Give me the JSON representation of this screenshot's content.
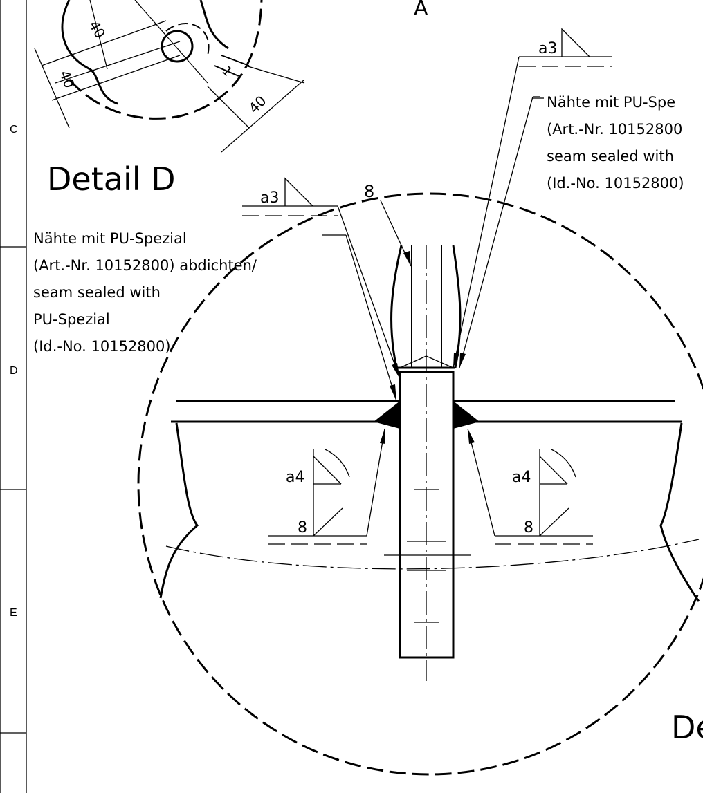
{
  "frame": {
    "zone_letters": [
      "C",
      "D",
      "E"
    ]
  },
  "detail_d": {
    "title": "Detail D",
    "dims": [
      "40",
      "40",
      "40",
      "1"
    ]
  },
  "view_letter": "A",
  "detail_e": {
    "title_partial": "De",
    "dim_thickness": "8",
    "weld_top_left": {
      "size": "a3"
    },
    "weld_top_right": {
      "size": "a3"
    },
    "weld_left": {
      "size": "a4",
      "length": "8"
    },
    "weld_right": {
      "size": "a4",
      "length": "8"
    },
    "note_left": {
      "lines": [
        "Nähte mit PU-Spezial",
        "(Art.-Nr. 10152800) abdichten/",
        "seam sealed with",
        "PU-Spezial",
        "(Id.-No. 10152800)"
      ]
    },
    "note_right": {
      "lines": [
        "Nähte mit PU-Spe",
        "(Art.-Nr. 10152800",
        "seam sealed with",
        "(Id.-No. 10152800)"
      ]
    }
  }
}
